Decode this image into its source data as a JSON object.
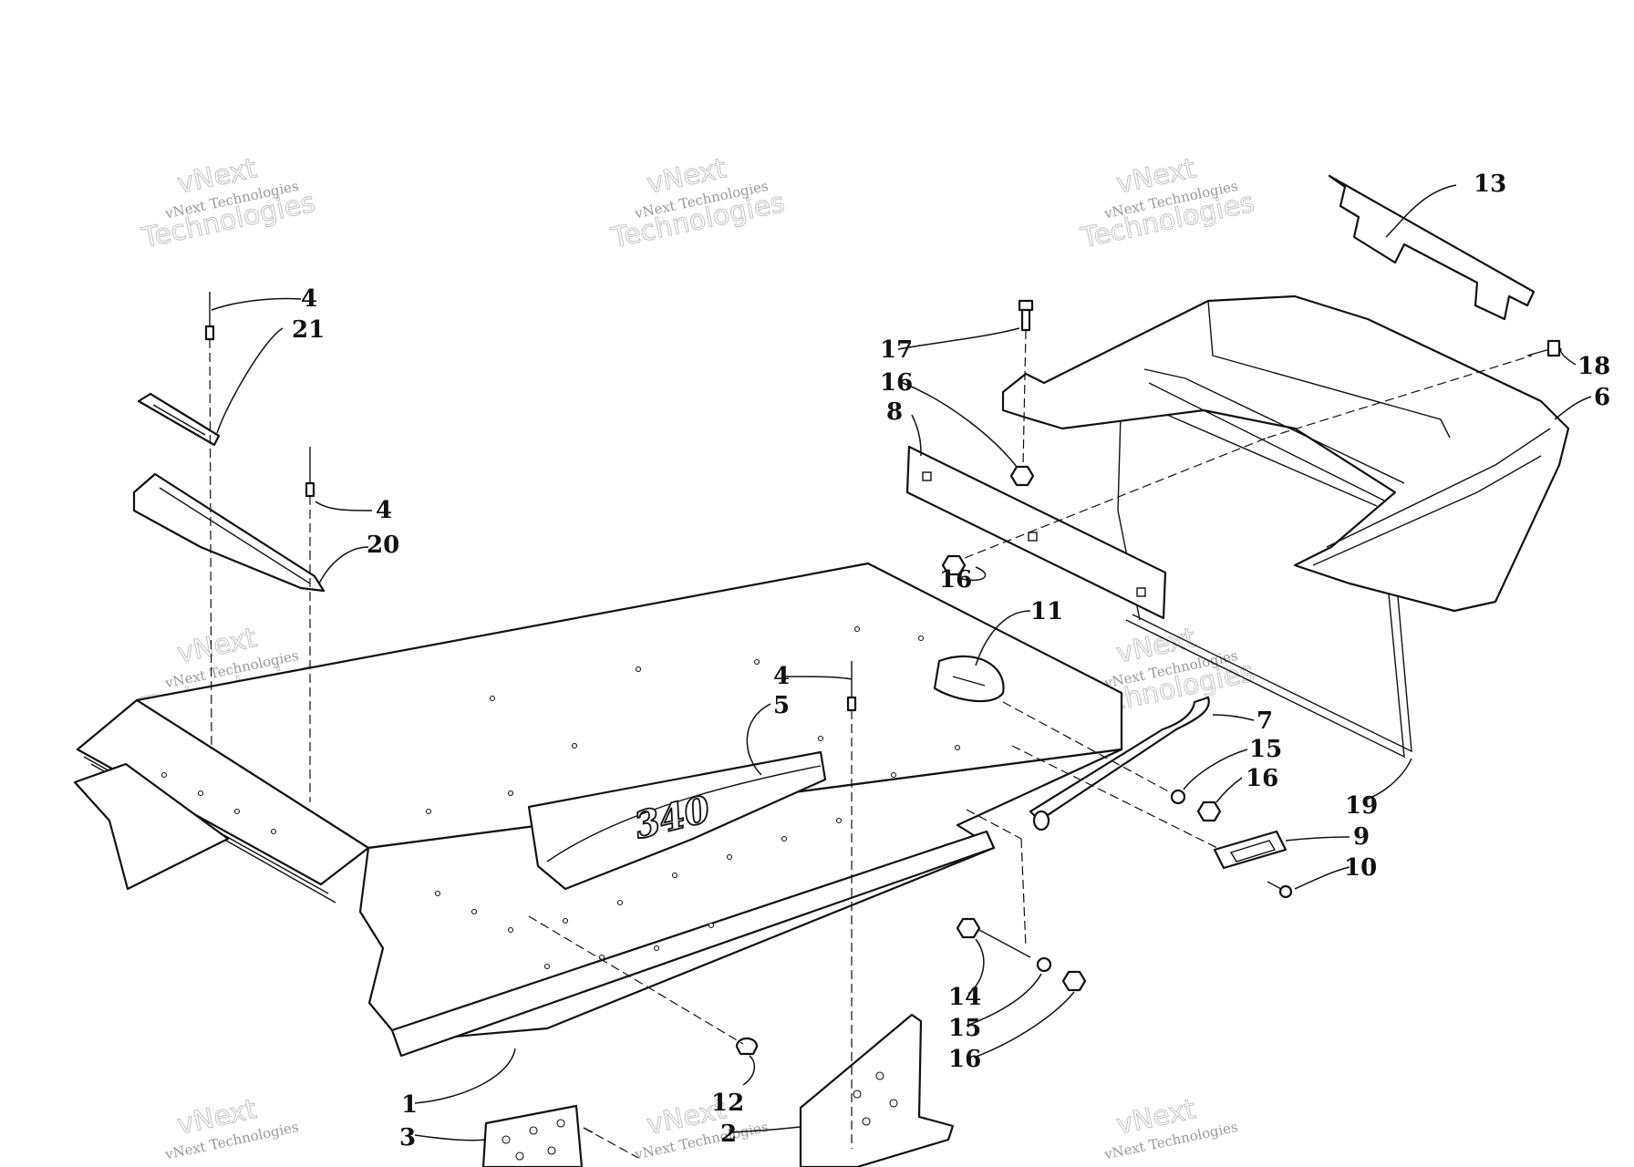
{
  "diagram": {
    "emblem_text": "340",
    "watermark": {
      "line1": "vNext",
      "line2": "vNext Technologies",
      "line3": "Technologies"
    },
    "callouts": [
      {
        "id": "1",
        "label": "1"
      },
      {
        "id": "2",
        "label": "2"
      },
      {
        "id": "3",
        "label": "3"
      },
      {
        "id": "4a",
        "label": "4"
      },
      {
        "id": "4b",
        "label": "4"
      },
      {
        "id": "4c",
        "label": "4"
      },
      {
        "id": "5",
        "label": "5"
      },
      {
        "id": "6",
        "label": "6"
      },
      {
        "id": "7",
        "label": "7"
      },
      {
        "id": "8",
        "label": "8"
      },
      {
        "id": "9",
        "label": "9"
      },
      {
        "id": "10",
        "label": "10"
      },
      {
        "id": "11",
        "label": "11"
      },
      {
        "id": "12",
        "label": "12"
      },
      {
        "id": "13",
        "label": "13"
      },
      {
        "id": "14",
        "label": "14"
      },
      {
        "id": "15a",
        "label": "15"
      },
      {
        "id": "15b",
        "label": "15"
      },
      {
        "id": "16a",
        "label": "16"
      },
      {
        "id": "16b",
        "label": "16"
      },
      {
        "id": "16c",
        "label": "16"
      },
      {
        "id": "16d",
        "label": "16"
      },
      {
        "id": "17",
        "label": "17"
      },
      {
        "id": "18",
        "label": "18"
      },
      {
        "id": "19",
        "label": "19"
      },
      {
        "id": "20",
        "label": "20"
      },
      {
        "id": "21",
        "label": "21"
      }
    ]
  }
}
